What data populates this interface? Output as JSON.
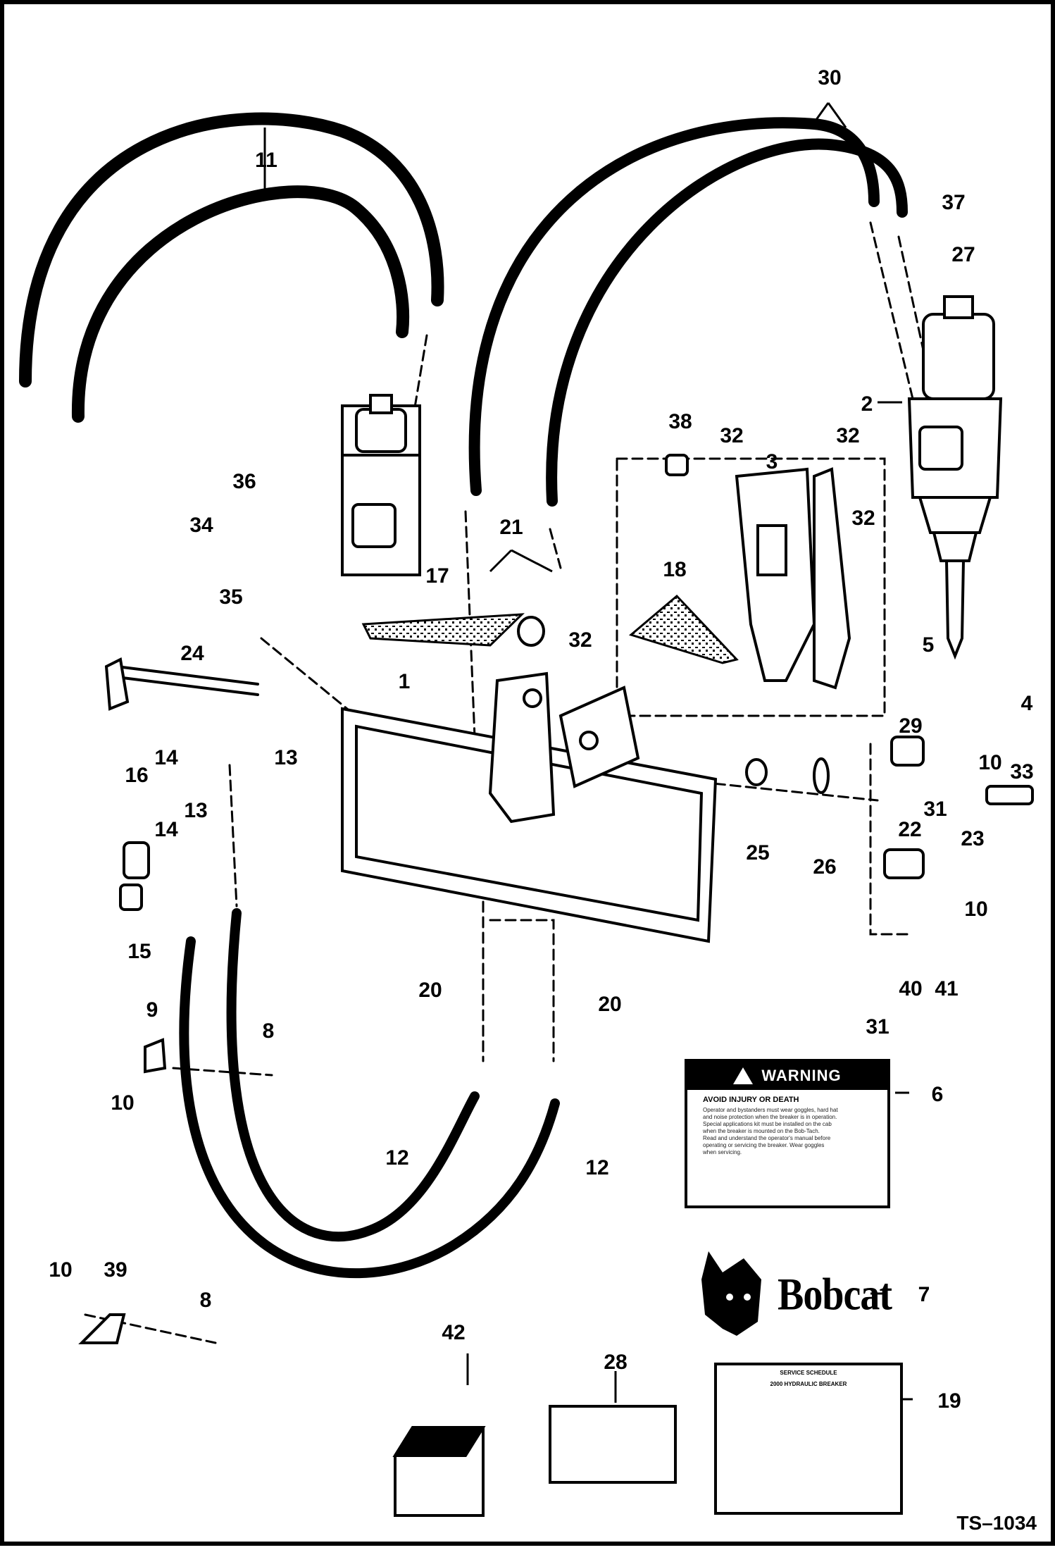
{
  "drawing": {
    "id": "TS–1034",
    "brand": "Bobcat"
  },
  "warning_decal": {
    "heading": "WARNING",
    "subheading": "AVOID INJURY OR DEATH",
    "lines": [
      "Operator and bystanders must wear goggles, hard hat and noise protection when the breaker is in operation.",
      "Special applications kit must be installed on the cab when the breaker is mounted on the Bob-Tach.",
      "Read and understand the operator's manual before operating or servicing the breaker. Wear goggles when servicing."
    ]
  },
  "service_decal": {
    "title_line1": "SERVICE SCHEDULE",
    "title_line2": "2000 HYDRAULIC BREAKER"
  },
  "callouts": [
    {
      "id": "c1",
      "text": "1"
    },
    {
      "id": "c2",
      "text": "2"
    },
    {
      "id": "c3",
      "text": "3"
    },
    {
      "id": "c4",
      "text": "4"
    },
    {
      "id": "c5",
      "text": "5"
    },
    {
      "id": "c6",
      "text": "6"
    },
    {
      "id": "c7",
      "text": "7"
    },
    {
      "id": "c8a",
      "text": "8"
    },
    {
      "id": "c8b",
      "text": "8"
    },
    {
      "id": "c9",
      "text": "9"
    },
    {
      "id": "c10a",
      "text": "10"
    },
    {
      "id": "c10b",
      "text": "10"
    },
    {
      "id": "c10c",
      "text": "10"
    },
    {
      "id": "c10d",
      "text": "10"
    },
    {
      "id": "c11",
      "text": "11"
    },
    {
      "id": "c12a",
      "text": "12"
    },
    {
      "id": "c12b",
      "text": "12"
    },
    {
      "id": "c13a",
      "text": "13"
    },
    {
      "id": "c13b",
      "text": "13"
    },
    {
      "id": "c14a",
      "text": "14"
    },
    {
      "id": "c14b",
      "text": "14"
    },
    {
      "id": "c15",
      "text": "15"
    },
    {
      "id": "c16",
      "text": "16"
    },
    {
      "id": "c17",
      "text": "17"
    },
    {
      "id": "c18",
      "text": "18"
    },
    {
      "id": "c19",
      "text": "19"
    },
    {
      "id": "c20a",
      "text": "20"
    },
    {
      "id": "c20b",
      "text": "20"
    },
    {
      "id": "c21",
      "text": "21"
    },
    {
      "id": "c22",
      "text": "22"
    },
    {
      "id": "c23",
      "text": "23"
    },
    {
      "id": "c24",
      "text": "24"
    },
    {
      "id": "c25",
      "text": "25"
    },
    {
      "id": "c26",
      "text": "26"
    },
    {
      "id": "c27",
      "text": "27"
    },
    {
      "id": "c28",
      "text": "28"
    },
    {
      "id": "c29",
      "text": "29"
    },
    {
      "id": "c30",
      "text": "30"
    },
    {
      "id": "c31a",
      "text": "31"
    },
    {
      "id": "c31b",
      "text": "31"
    },
    {
      "id": "c32a",
      "text": "32"
    },
    {
      "id": "c32b",
      "text": "32"
    },
    {
      "id": "c32c",
      "text": "32"
    },
    {
      "id": "c32d",
      "text": "32"
    },
    {
      "id": "c33",
      "text": "33"
    },
    {
      "id": "c34",
      "text": "34"
    },
    {
      "id": "c35",
      "text": "35"
    },
    {
      "id": "c36",
      "text": "36"
    },
    {
      "id": "c37",
      "text": "37"
    },
    {
      "id": "c38",
      "text": "38"
    },
    {
      "id": "c39",
      "text": "39"
    },
    {
      "id": "c40",
      "text": "40"
    },
    {
      "id": "c41",
      "text": "41"
    },
    {
      "id": "c42",
      "text": "42"
    }
  ]
}
